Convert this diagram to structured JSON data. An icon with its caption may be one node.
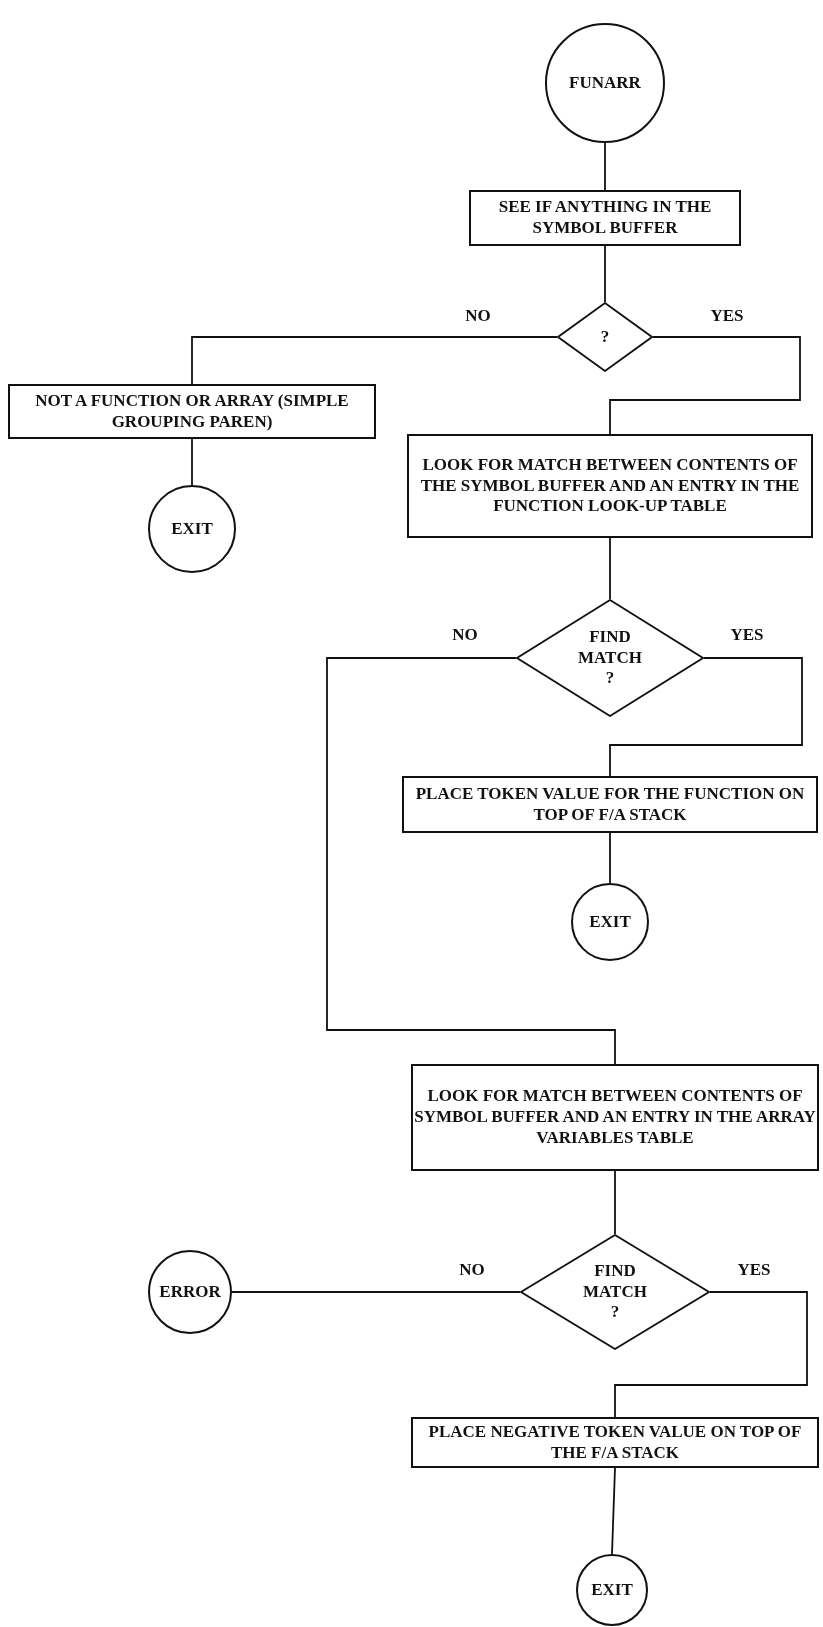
{
  "diagram": {
    "nodes": [
      {
        "text": [
          "FUNARR"
        ]
      },
      {
        "text": [
          "SEE IF ANYTHING IN THE SYMBOL BUFFER"
        ]
      },
      {
        "text": [
          "?"
        ]
      },
      {
        "text": [
          "NOT A FUNCTION OR ARRAY (SIMPLE GROUPING PAREN)"
        ]
      },
      {
        "text": [
          "EXIT"
        ]
      },
      {
        "text": [
          "LOOK FOR MATCH BETWEEN CONTENTS OF THE SYMBOL BUFFER AND AN ENTRY IN THE FUNCTION LOOK-UP TABLE"
        ]
      },
      {
        "text": [
          "FIND MATCH ?"
        ]
      },
      {
        "text": [
          "PLACE TOKEN VALUE FOR THE FUNCTION ON TOP OF F/A STACK"
        ]
      },
      {
        "text": [
          "EXIT"
        ]
      },
      {
        "text": [
          "LOOK FOR MATCH BETWEEN CONTENTS OF SYMBOL BUFFER AND AN ENTRY IN THE ARRAY VARIABLES TABLE"
        ]
      },
      {
        "text": [
          "FIND MATCH ?"
        ]
      },
      {
        "text": [
          "ERROR"
        ]
      },
      {
        "text": [
          "PLACE NEGATIVE TOKEN VALUE ON TOP OF THE F/A STACK"
        ]
      },
      {
        "text": [
          "EXIT"
        ]
      }
    ],
    "edges": [
      {
        "from": 0,
        "to": 1,
        "arrow": "none"
      },
      {
        "from": 1,
        "to": 2,
        "arrow": "none"
      },
      {
        "from": 2,
        "to": 3,
        "arrow": "none",
        "label": "NO"
      },
      {
        "from": 2,
        "to": 5,
        "arrow": "none",
        "label": "YES"
      },
      {
        "from": 3,
        "to": 4,
        "arrow": "none"
      },
      {
        "from": 5,
        "to": 6,
        "arrow": "none"
      },
      {
        "from": 6,
        "to": 9,
        "arrow": "none",
        "label": "NO"
      },
      {
        "from": 6,
        "to": 7,
        "arrow": "none",
        "label": "YES"
      },
      {
        "from": 7,
        "to": 8,
        "arrow": "none"
      },
      {
        "from": 9,
        "to": 10,
        "arrow": "none"
      },
      {
        "from": 10,
        "to": 11,
        "arrow": "none",
        "label": "NO"
      },
      {
        "from": 10,
        "to": 12,
        "arrow": "none",
        "label": "YES"
      },
      {
        "from": 12,
        "to": 13,
        "arrow": "none"
      }
    ]
  }
}
